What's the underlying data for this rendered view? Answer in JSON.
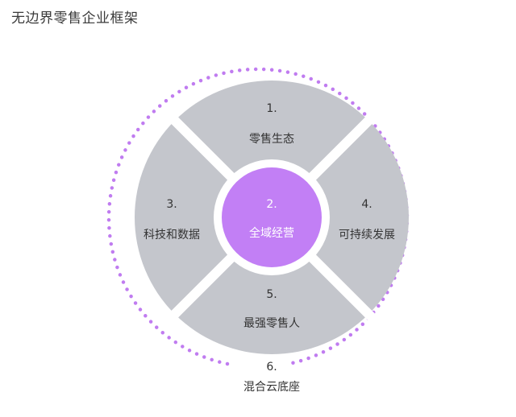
{
  "title": "无边界零售企业框架",
  "colors": {
    "segment": "#c4c6cc",
    "center": "#c27ff5",
    "center_ring": "#ffffff",
    "dots": "#c07cf0",
    "text": "#333333"
  },
  "segments": {
    "top": {
      "number": "1.",
      "label": "零售生态"
    },
    "left": {
      "number": "3.",
      "label": "科技和数据"
    },
    "right": {
      "number": "4.",
      "label": "可持续发展"
    },
    "bottom": {
      "number": "5.",
      "label": "最强零售人"
    }
  },
  "center": {
    "number": "2.",
    "label": "全域经营"
  },
  "base": {
    "number": "6.",
    "label": "混合云底座"
  }
}
